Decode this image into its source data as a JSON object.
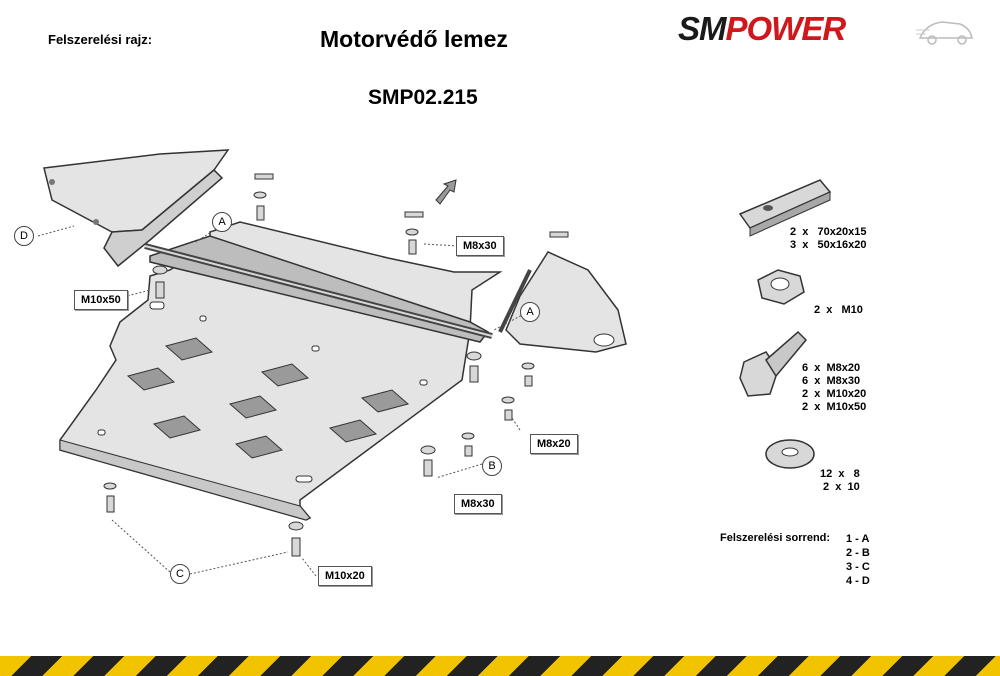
{
  "header": {
    "label": "Felszerelési rajz:",
    "title": "Motorvédő lemez",
    "code": "SMP02.215"
  },
  "logo": {
    "part1": "SM",
    "part2": "POWER",
    "color1": "#1a1a1a",
    "color2": "#d0181c"
  },
  "callouts": {
    "m10x50": "M10x50",
    "m8x30_top": "M8x30",
    "m8x20": "M8x20",
    "m8x30_bottom": "M8x30",
    "m10x20": "M10x20",
    "a1": "A",
    "a2": "A",
    "b": "B",
    "c": "C",
    "d": "D"
  },
  "parts": {
    "spacers": "2  x   70x20x15\n3  x   50x16x20",
    "nuts": "2  x   M10",
    "bolts": "6  x  M8x20\n6  x  M8x30\n2  x  M10x20\n2  x  M10x50",
    "washers": "12  x   8\n 2  x  10"
  },
  "order": {
    "label": "Felszerelési sorrend:",
    "steps": [
      "1 - A",
      "2 - B",
      "3 - C",
      "4 - D"
    ]
  },
  "colors": {
    "plate_fill": "#e4e4e4",
    "plate_stroke": "#333333",
    "hazard_yellow": "#f2c400",
    "hazard_black": "#222222"
  }
}
